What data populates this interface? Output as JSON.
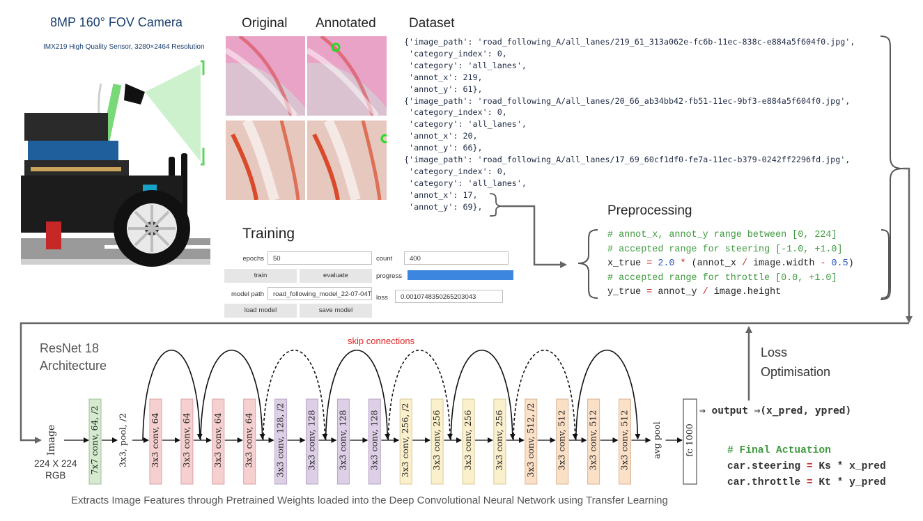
{
  "camera": {
    "title": "8MP 160° FOV Camera",
    "subtitle": "IMX219 High Quality Sensor, 3280×2464 Resolution"
  },
  "columns": {
    "original": "Original",
    "annotated": "Annotated",
    "dataset": "Dataset"
  },
  "dataset_lines": [
    "{'image_path': 'road_following_A/all_lanes/219_61_313a062e-fc6b-11ec-838c-e884a5f604f0.jpg',",
    " 'category_index': 0,",
    " 'category': 'all_lanes',",
    " 'annot_x': 219,",
    " 'annot_y': 61},",
    "{'image_path': 'road_following_A/all_lanes/20_66_ab34bb42-fb51-11ec-9bf3-e884a5f604f0.jpg',",
    " 'category_index': 0,",
    " 'category': 'all_lanes',",
    " 'annot_x': 20,",
    " 'annot_y': 66},",
    "{'image_path': 'road_following_A/all_lanes/17_69_60cf1df0-fe7a-11ec-b379-0242ff2296fd.jpg',",
    " 'category_index': 0,",
    " 'category': 'all_lanes',",
    " 'annot_x': 17,",
    " 'annot_y': 69},"
  ],
  "preprocessing": {
    "title": "Preprocessing",
    "comment1": "# annot_x, annot_y range between [0, 224]",
    "comment2": "# accepted range for steering [-1.0, +1.0]",
    "comment3": "# accepted range for throttle [0.0, +1.0]",
    "x_true_a": "x_true ",
    "x_true_eq": "=",
    "x_true_b": " ",
    "x_true_num1": "2.0",
    "x_true_mul": " *",
    "x_true_c": " (annot_x ",
    "x_true_div": "/",
    "x_true_d": " image.width ",
    "x_true_minus": "-",
    "x_true_e": " ",
    "x_true_num2": "0.5",
    "x_true_f": ")",
    "y_true_a": "y_true ",
    "y_true_eq": "=",
    "y_true_b": " annot_y ",
    "y_true_div": "/",
    "y_true_c": " image.height"
  },
  "training": {
    "title": "Training",
    "epochs_label": "epochs",
    "epochs_value": "50",
    "count_label": "count",
    "count_value": "400",
    "train_button": "train",
    "evaluate_button": "evaluate",
    "progress_label": "progress",
    "progress_value": 1.0,
    "model_path_label": "model path",
    "model_path_value": "road_following_model_22-07-04T",
    "loss_label": "loss",
    "loss_value": "0.0010748350265203043",
    "load_button": "load model",
    "save_button": "save model"
  },
  "resnet": {
    "title_line1": "ResNet 18",
    "title_line2": "Architecture",
    "skip_label": "skip connections",
    "input_label": "Image",
    "input_dims_line1": "224 X 224",
    "input_dims_line2": "RGB",
    "conv1_label": "7x7 conv, 64, /2",
    "pool_label": "3x3, pool, /2",
    "layers": [
      {
        "label": "3x3 conv, 64",
        "color": "#f6d0d0",
        "stroke": "#d9a3a3"
      },
      {
        "label": "3x3 conv, 64",
        "color": "#f6d0d0",
        "stroke": "#d9a3a3"
      },
      {
        "label": "3x3 conv, 64",
        "color": "#f6d0d0",
        "stroke": "#d9a3a3"
      },
      {
        "label": "3x3 conv, 64",
        "color": "#f6d0d0",
        "stroke": "#d9a3a3"
      },
      {
        "label": "3x3 conv, 128, /2",
        "color": "#ddd0e6",
        "stroke": "#b7a3c6"
      },
      {
        "label": "3x3 conv, 128",
        "color": "#ddd0e6",
        "stroke": "#b7a3c6"
      },
      {
        "label": "3x3 conv, 128",
        "color": "#ddd0e6",
        "stroke": "#b7a3c6"
      },
      {
        "label": "3x3 conv, 128",
        "color": "#ddd0e6",
        "stroke": "#b7a3c6"
      },
      {
        "label": "3x3 conv, 256, /2",
        "color": "#fbf0cc",
        "stroke": "#d8c995"
      },
      {
        "label": "3x3 conv, 256",
        "color": "#fbf0cc",
        "stroke": "#d8c995"
      },
      {
        "label": "3x3 conv, 256",
        "color": "#fbf0cc",
        "stroke": "#d8c995"
      },
      {
        "label": "3x3 conv, 256",
        "color": "#fbf0cc",
        "stroke": "#d8c995"
      },
      {
        "label": "3x3 conv, 512, /2",
        "color": "#fbe0c8",
        "stroke": "#d9b393"
      },
      {
        "label": "3x3 conv, 512",
        "color": "#fbe0c8",
        "stroke": "#d9b393"
      },
      {
        "label": "3x3 conv, 512",
        "color": "#fbe0c8",
        "stroke": "#d9b393"
      },
      {
        "label": "3x3 conv, 512",
        "color": "#fbe0c8",
        "stroke": "#d9b393"
      }
    ],
    "skips": [
      "solid",
      "solid",
      "dashed",
      "solid",
      "dashed",
      "solid",
      "dashed",
      "solid"
    ],
    "avgpool_label": "avg pool",
    "fc_label": "fc 1000",
    "output_text": "⇒ output ⇒(x_pred, ypred)",
    "loss_line1": "Loss",
    "loss_line2": "Optimisation"
  },
  "actuation": {
    "comment": "# Final Actuation",
    "steer_a": "car.steering ",
    "steer_eq": "=",
    "steer_b": " Ks * x_pred",
    "throttle_a": "car.throttle ",
    "throttle_eq": "=",
    "throttle_b": " Kt * y_pred"
  },
  "caption": "Extracts Image Features through Pretrained Weights loaded into the Deep Convolutional Neural Network using Transfer Learning",
  "colors": {
    "conv1": "#d6ead0",
    "arrow": "#666666",
    "accent_green": "#5fd35f",
    "progress_blue": "#3d86e0"
  }
}
